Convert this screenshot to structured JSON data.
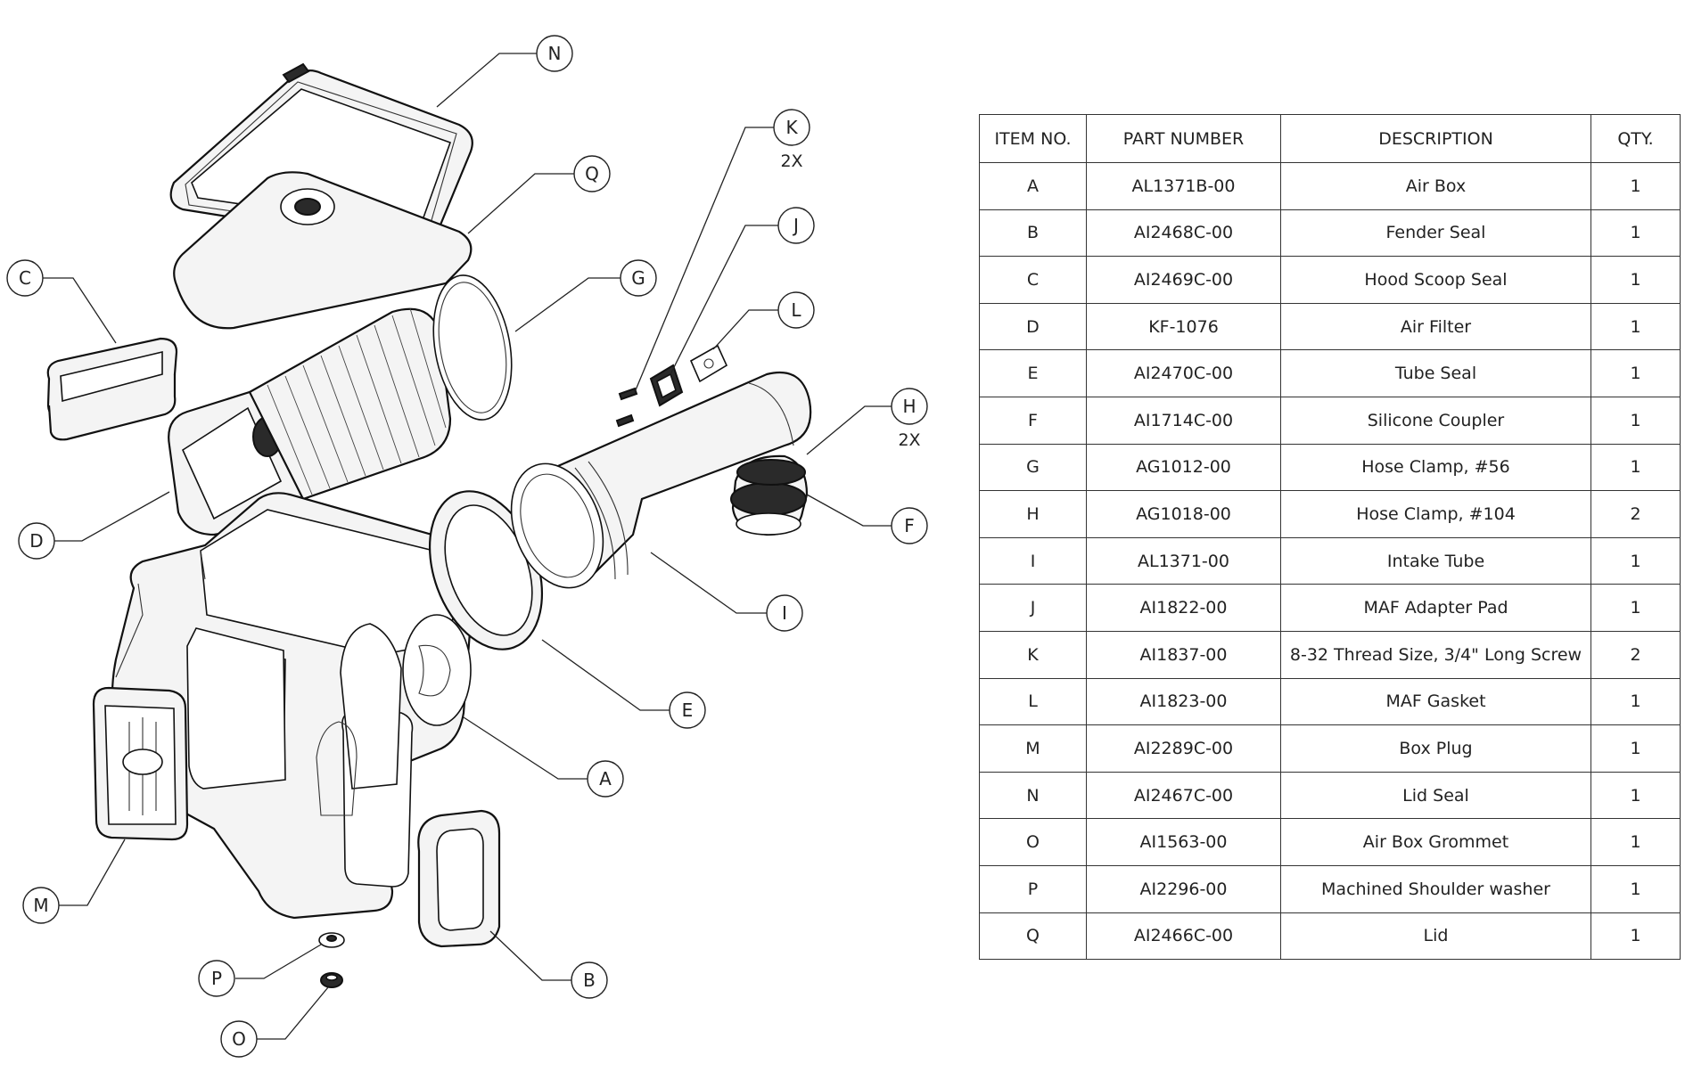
{
  "diagram": {
    "callouts": {
      "N": "N",
      "Q": "Q",
      "C": "C",
      "G": "G",
      "K": "K",
      "J": "J",
      "L": "L",
      "H": "H",
      "D": "D",
      "F": "F",
      "I": "I",
      "E": "E",
      "A": "A",
      "M": "M",
      "P": "P",
      "B": "B",
      "O": "O"
    },
    "quantity_notes": {
      "K": "2X",
      "H": "2X"
    }
  },
  "bom": {
    "headers": {
      "item_no": "ITEM NO.",
      "part_number": "PART NUMBER",
      "description": "DESCRIPTION",
      "qty": "QTY."
    },
    "rows": [
      {
        "item": "A",
        "part_number": "AL1371B-00",
        "description": "Air Box",
        "qty": "1"
      },
      {
        "item": "B",
        "part_number": "AI2468C-00",
        "description": "Fender Seal",
        "qty": "1"
      },
      {
        "item": "C",
        "part_number": "AI2469C-00",
        "description": "Hood Scoop Seal",
        "qty": "1"
      },
      {
        "item": "D",
        "part_number": "KF-1076",
        "description": "Air Filter",
        "qty": "1"
      },
      {
        "item": "E",
        "part_number": "AI2470C-00",
        "description": "Tube Seal",
        "qty": "1"
      },
      {
        "item": "F",
        "part_number": "AI1714C-00",
        "description": "Silicone Coupler",
        "qty": "1"
      },
      {
        "item": "G",
        "part_number": "AG1012-00",
        "description": "Hose Clamp, #56",
        "qty": "1"
      },
      {
        "item": "H",
        "part_number": "AG1018-00",
        "description": "Hose Clamp, #104",
        "qty": "2"
      },
      {
        "item": "I",
        "part_number": "AL1371-00",
        "description": "Intake Tube",
        "qty": "1"
      },
      {
        "item": "J",
        "part_number": "AI1822-00",
        "description": "MAF Adapter Pad",
        "qty": "1"
      },
      {
        "item": "K",
        "part_number": "AI1837-00",
        "description": "8-32 Thread Size, 3/4\" Long Screw",
        "qty": "2"
      },
      {
        "item": "L",
        "part_number": "AI1823-00",
        "description": "MAF Gasket",
        "qty": "1"
      },
      {
        "item": "M",
        "part_number": "AI2289C-00",
        "description": "Box Plug",
        "qty": "1"
      },
      {
        "item": "N",
        "part_number": "AI2467C-00",
        "description": "Lid Seal",
        "qty": "1"
      },
      {
        "item": "O",
        "part_number": "AI1563-00",
        "description": "Air Box Grommet",
        "qty": "1"
      },
      {
        "item": "P",
        "part_number": "AI2296-00",
        "description": "Machined Shoulder washer",
        "qty": "1"
      },
      {
        "item": "Q",
        "part_number": "AI2466C-00",
        "description": "Lid",
        "qty": "1"
      }
    ]
  }
}
